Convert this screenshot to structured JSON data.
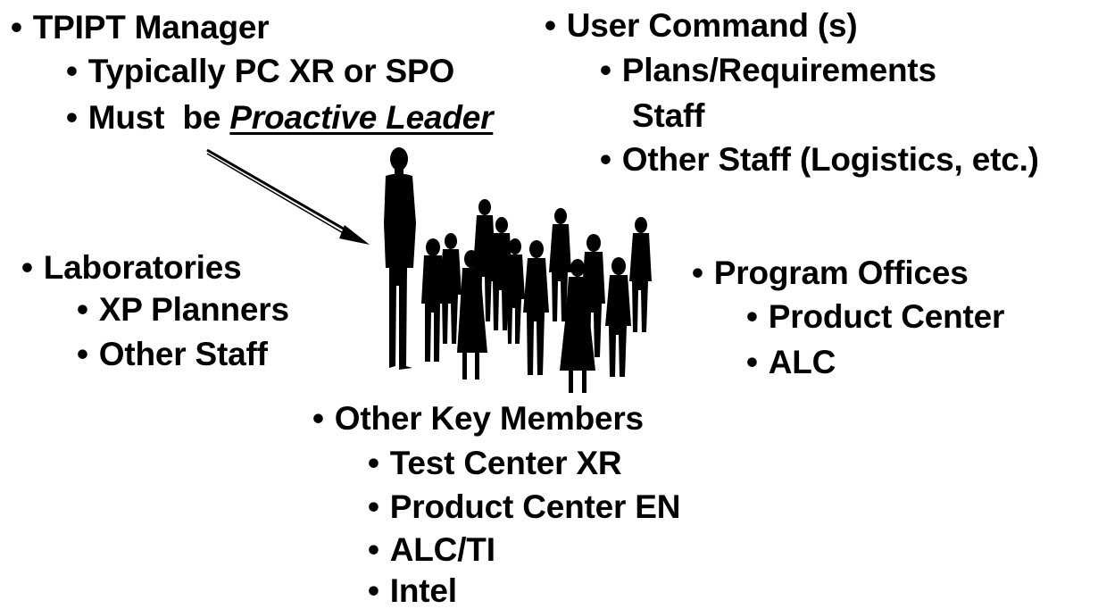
{
  "bullet": "•",
  "groups": {
    "tpipt_manager": {
      "heading": "TPIPT Manager",
      "items": [
        "Typically PC XR or SPO"
      ],
      "leader_prefix": "Must  be ",
      "leader_emphasis": "Proactive Leader"
    },
    "user_command": {
      "heading": "User Command (s)",
      "items": [
        "Plans/Requirements",
        "Staff",
        "Other Staff (Logistics, etc.)"
      ]
    },
    "laboratories": {
      "heading": "Laboratories",
      "items": [
        "XP Planners",
        "Other Staff"
      ]
    },
    "program_offices": {
      "heading": "Program Offices",
      "items": [
        "Product Center",
        "ALC"
      ]
    },
    "other_key_members": {
      "heading": "Other Key Members",
      "items": [
        "Test Center XR",
        "Product Center EN",
        "ALC/TI",
        "Intel"
      ]
    }
  },
  "colors": {
    "text": "#000000",
    "silhouette": "#000000",
    "background": "#ffffff"
  },
  "icons": {
    "arrow": "pointer-arrow",
    "people": "team-silhouettes"
  }
}
